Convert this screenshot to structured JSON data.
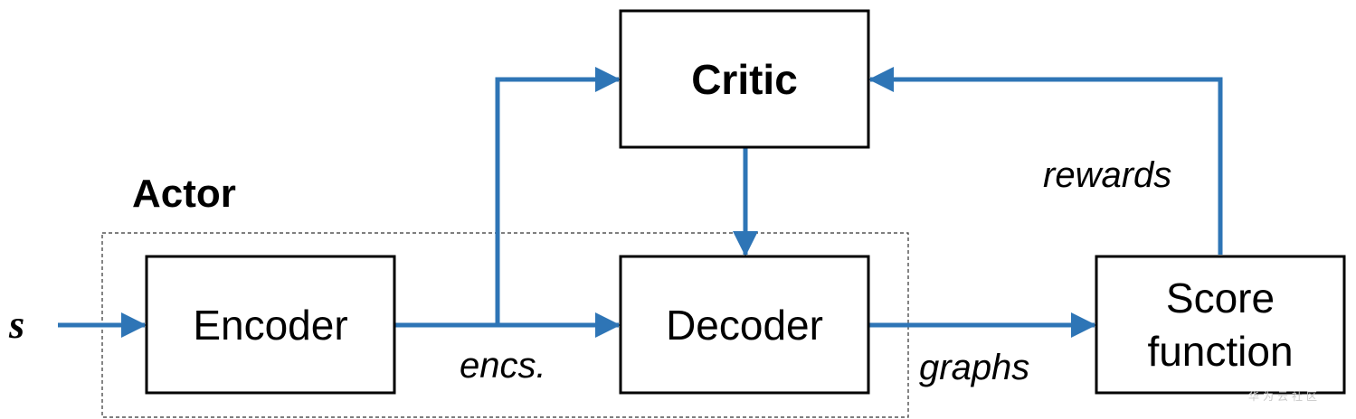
{
  "colors": {
    "edge": "#2e75b6",
    "box_stroke": "#000000"
  },
  "input": {
    "label": "s"
  },
  "group": {
    "label": "Actor"
  },
  "nodes": {
    "critic": "Critic",
    "encoder": "Encoder",
    "decoder": "Decoder",
    "score_line1": "Score",
    "score_line2": "function"
  },
  "edges": {
    "encs": "encs.",
    "graphs": "graphs",
    "rewards": "rewards"
  },
  "watermark": "华为云社区"
}
